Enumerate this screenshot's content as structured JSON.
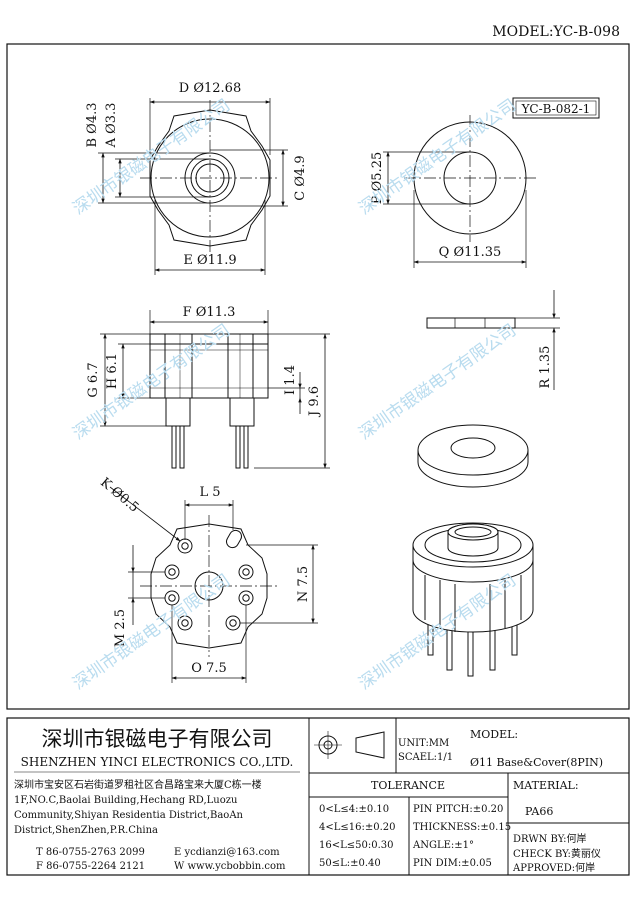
{
  "model_header": "MODEL:YC-B-098",
  "ref_code": "YC-B-082-1",
  "dims": {
    "D": "D Ø12.68",
    "B": "B Ø4.3",
    "A": "A Ø3.3",
    "C": "C Ø4.9",
    "E": "E Ø11.9",
    "P": "P Ø5.25",
    "Q": "Q Ø11.35",
    "F": "F Ø11.3",
    "G": "G 6.7",
    "H": "H 6.1",
    "I": "I 1.4",
    "J": "J 9.6",
    "R": "R 1.35",
    "K": "K Ø0.5",
    "L": "L 5",
    "N": "N 7.5",
    "M": "M 2.5",
    "O": "O 7.5"
  },
  "watermark": "深圳市银磁电子有限公司",
  "title_block": {
    "company_cn": "深圳市银磁电子有限公司",
    "company_en": "SHENZHEN YINCI ELECTRONICS CO.,LTD.",
    "address": [
      "深圳市宝安区石岩街道罗租社区合昌路宝来大厦C栋一楼",
      "1F,NO.C,Baolai Building,Hechang RD,Luozu",
      "Community,Shiyan Residentia District,BaoAn",
      "District,ShenZhen,P.R.China"
    ],
    "tel": "T  86-0755-2763 2099",
    "fax": "F  86-0755-2264 2121",
    "email": "E  ycdianzi@163.com",
    "web": "W  www.ycbobbin.com",
    "unit": "UNIT:MM",
    "scale": "SCAEL:1/1",
    "model_label": "MODEL:",
    "model_value": "Ø11 Base&Cover(8PIN)",
    "tolerance_label": "TOLERANCE",
    "tolerance_left": [
      "0<L≤4:±0.10",
      "4<L≤16:±0.20",
      "16<L≤50:0.30",
      "50≤L:±0.40"
    ],
    "tolerance_right": [
      "PIN PITCH:±0.20",
      "THICKNESS:±0.15",
      "ANGLE:±1°",
      "PIN DIM:±0.05"
    ],
    "material_label": "MATERIAL:",
    "material_value": "PA66",
    "drawn_by": "DRWN BY:何岸",
    "check_by": "CHECK BY:黄丽仪",
    "approved": "APPROVED:何岸"
  }
}
